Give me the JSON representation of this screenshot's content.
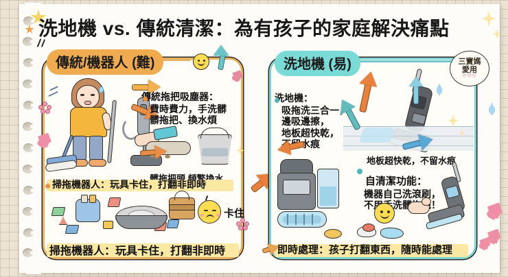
{
  "page": {
    "title": "洗地機 vs. 傳統清潔：為有孩子的家庭解決痛點",
    "title_parts": {
      "lead": "洗地機 ",
      "vs": "vs.",
      "rest": " 傳統清潔：為有孩子的家庭解決痛點"
    },
    "background": "#ece3d4",
    "paper": "#fdfcf8"
  },
  "badge": {
    "line1": "三寶媽",
    "line2": "愛用",
    "hearts": "♡♡♡"
  },
  "left_panel": {
    "heading": "傳統/機器人 (難)",
    "accent": "#e8b263",
    "pill_color": "#f0ab50",
    "block1": {
      "lead": "傳統拖把吸塵器：",
      "bullet": "費時費力，手洗髒\n髒拖把、換水煩"
    },
    "caption_mid": "髒拖把頭  頻繁換水",
    "caption_robot": "掃拖機器人：玩具卡住，打翻非即時",
    "caption_bottom": "掃拖機器人：玩具卡住，打翻非即時",
    "stuck_label": "卡住"
  },
  "right_panel": {
    "heading": "洗地機 (易)",
    "accent": "#7ed3d2",
    "pill_color": "#79dad6",
    "block1": {
      "lead": "洗地機：",
      "bullet": "吸拖洗三合一，\n邊吸邊擦，\n地板超快乾，\n不留水痕"
    },
    "caption_dry": "地板超快乾，不留水痕",
    "block2": {
      "lead": "自清潔功能：",
      "body": "機器自己洗滾刷，\n不用手洗髒拖把！"
    },
    "caption_bottom": "即時處理：孩子打翻東西，隨時能處理"
  },
  "decorations": {
    "star_large": "star-icon",
    "star_small": "star-icon",
    "sparkle_top_right": "sparkle-icon",
    "smiley_left": "smiley-face-icon",
    "angry_face": "angry-face-icon",
    "smiley_right": "smiley-face-icon",
    "arrow_center": "orange-arrow-icon",
    "heart": "heart-icon",
    "flower": "flower-icon",
    "water_drop": "water-drop-icon"
  },
  "colors": {
    "orange": "#e8913f",
    "orange_light": "#f0ab50",
    "teal": "#49b6bd",
    "teal_light": "#7ed3d2",
    "yellow_highlight": "#fbe9a3",
    "ink": "#2f2a22",
    "pink": "#f29bb4"
  }
}
